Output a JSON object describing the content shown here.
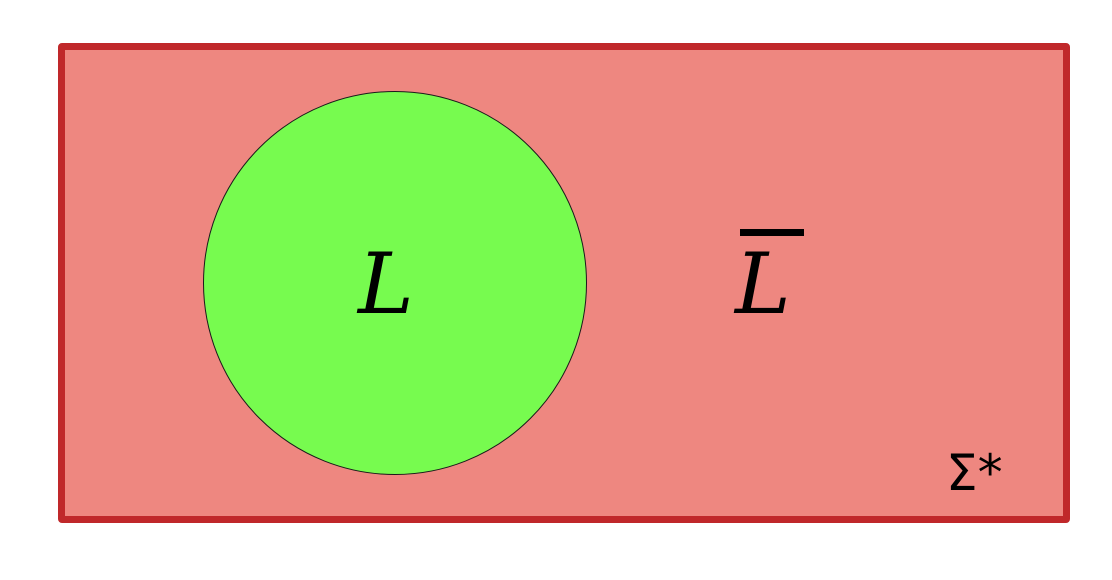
{
  "diagram": {
    "set_label": "L",
    "complement_label": "L",
    "universe_label": "Σ*"
  },
  "colors": {
    "universe_fill": "#ee8780",
    "universe_border": "#c0282a",
    "set_fill": "#77fb4f",
    "set_border": "#1a1a1a",
    "text": "#000000"
  }
}
